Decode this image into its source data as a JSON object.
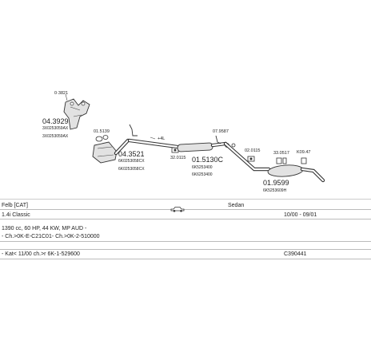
{
  "parts": {
    "p1_code": "04.3929",
    "p1_ref_top": "0·3821",
    "p1_ref1": "3X0253059AX",
    "p1_ref2": "3X0253059AX",
    "p2_ref": "01.5139",
    "p3_code": "04.3521",
    "p3_ref1": "6K0253058CX",
    "p3_ref2": "6K0253058CX",
    "p4_mark": "+4L",
    "p5_ref": "32.0115",
    "p6_code": "01.5130C",
    "p6_ref1": "6K5253400",
    "p6_ref2": "6K6253400",
    "p7_ref": "07.9587",
    "p8_ref": "02.0115",
    "p9_ref": "33.0517",
    "p10_ref": "K09.47",
    "p11_code": "01.9599",
    "p11_ref": "6K5253609H"
  },
  "info": {
    "model": "Felb [CAT]",
    "body": "Sedan",
    "engine": "1.4i Classic",
    "years": "10/00 - 09/01",
    "spec": "1390 cc, 60 HP, 44 KW, MP AUD -",
    "chassis": "- Ch.>0K-E-C21C01- Ch.>0K-2-510000",
    "note": "- Kat< 11/00  ch.>r 6K-1-529600",
    "catalog": "C390441"
  },
  "icons": {
    "body_style": "sedan-car-icon"
  }
}
